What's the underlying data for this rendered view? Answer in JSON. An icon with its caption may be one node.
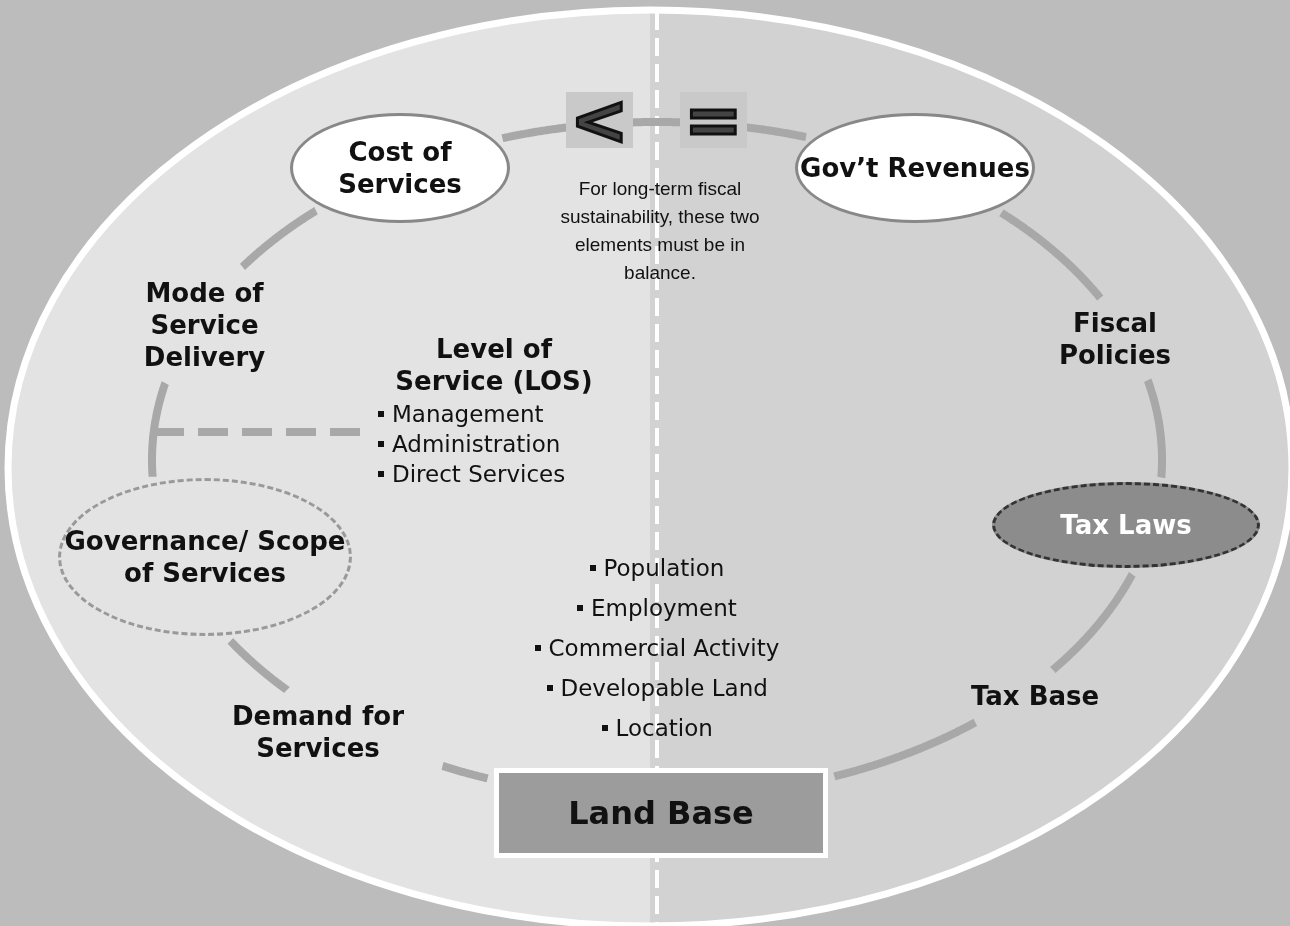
{
  "diagram": {
    "nodes": [
      {
        "text": [
          "Cost of Services"
        ]
      },
      {
        "text": [
          "Gov’t Revenues"
        ]
      },
      {
        "text": [
          "Mode of Service Delivery"
        ]
      },
      {
        "text": [
          "Fiscal Policies"
        ]
      },
      {
        "text": [
          "Level of Service (LOS)",
          "Management",
          "Administration",
          "Direct Services"
        ]
      },
      {
        "text": [
          "Governance/ Scope of Services"
        ]
      },
      {
        "text": [
          "Tax Laws"
        ]
      },
      {
        "text": [
          "Demand for Services"
        ]
      },
      {
        "text": [
          "Tax Base"
        ]
      },
      {
        "text": [
          "Land Base"
        ]
      }
    ],
    "edges": [
      {
        "from": 0,
        "to": 1,
        "arrow": "none"
      },
      {
        "from": 0,
        "to": 2,
        "arrow": "none"
      },
      {
        "from": 2,
        "to": 5,
        "arrow": "none"
      },
      {
        "from": 5,
        "to": 7,
        "arrow": "none"
      },
      {
        "from": 7,
        "to": 9,
        "arrow": "none"
      },
      {
        "from": 9,
        "to": 8,
        "arrow": "none"
      },
      {
        "from": 8,
        "to": 6,
        "arrow": "none"
      },
      {
        "from": 6,
        "to": 3,
        "arrow": "none"
      },
      {
        "from": 3,
        "to": 1,
        "arrow": "none"
      },
      {
        "from": 4,
        "to": null,
        "arrow": "none",
        "style": "dashed"
      }
    ],
    "labels": [
      "<",
      "=",
      "For long-term fiscal sustainability, these two elements must be in balance.",
      "Population",
      "Employment",
      "Commercial Activity",
      "Developable Land",
      "Location"
    ]
  }
}
